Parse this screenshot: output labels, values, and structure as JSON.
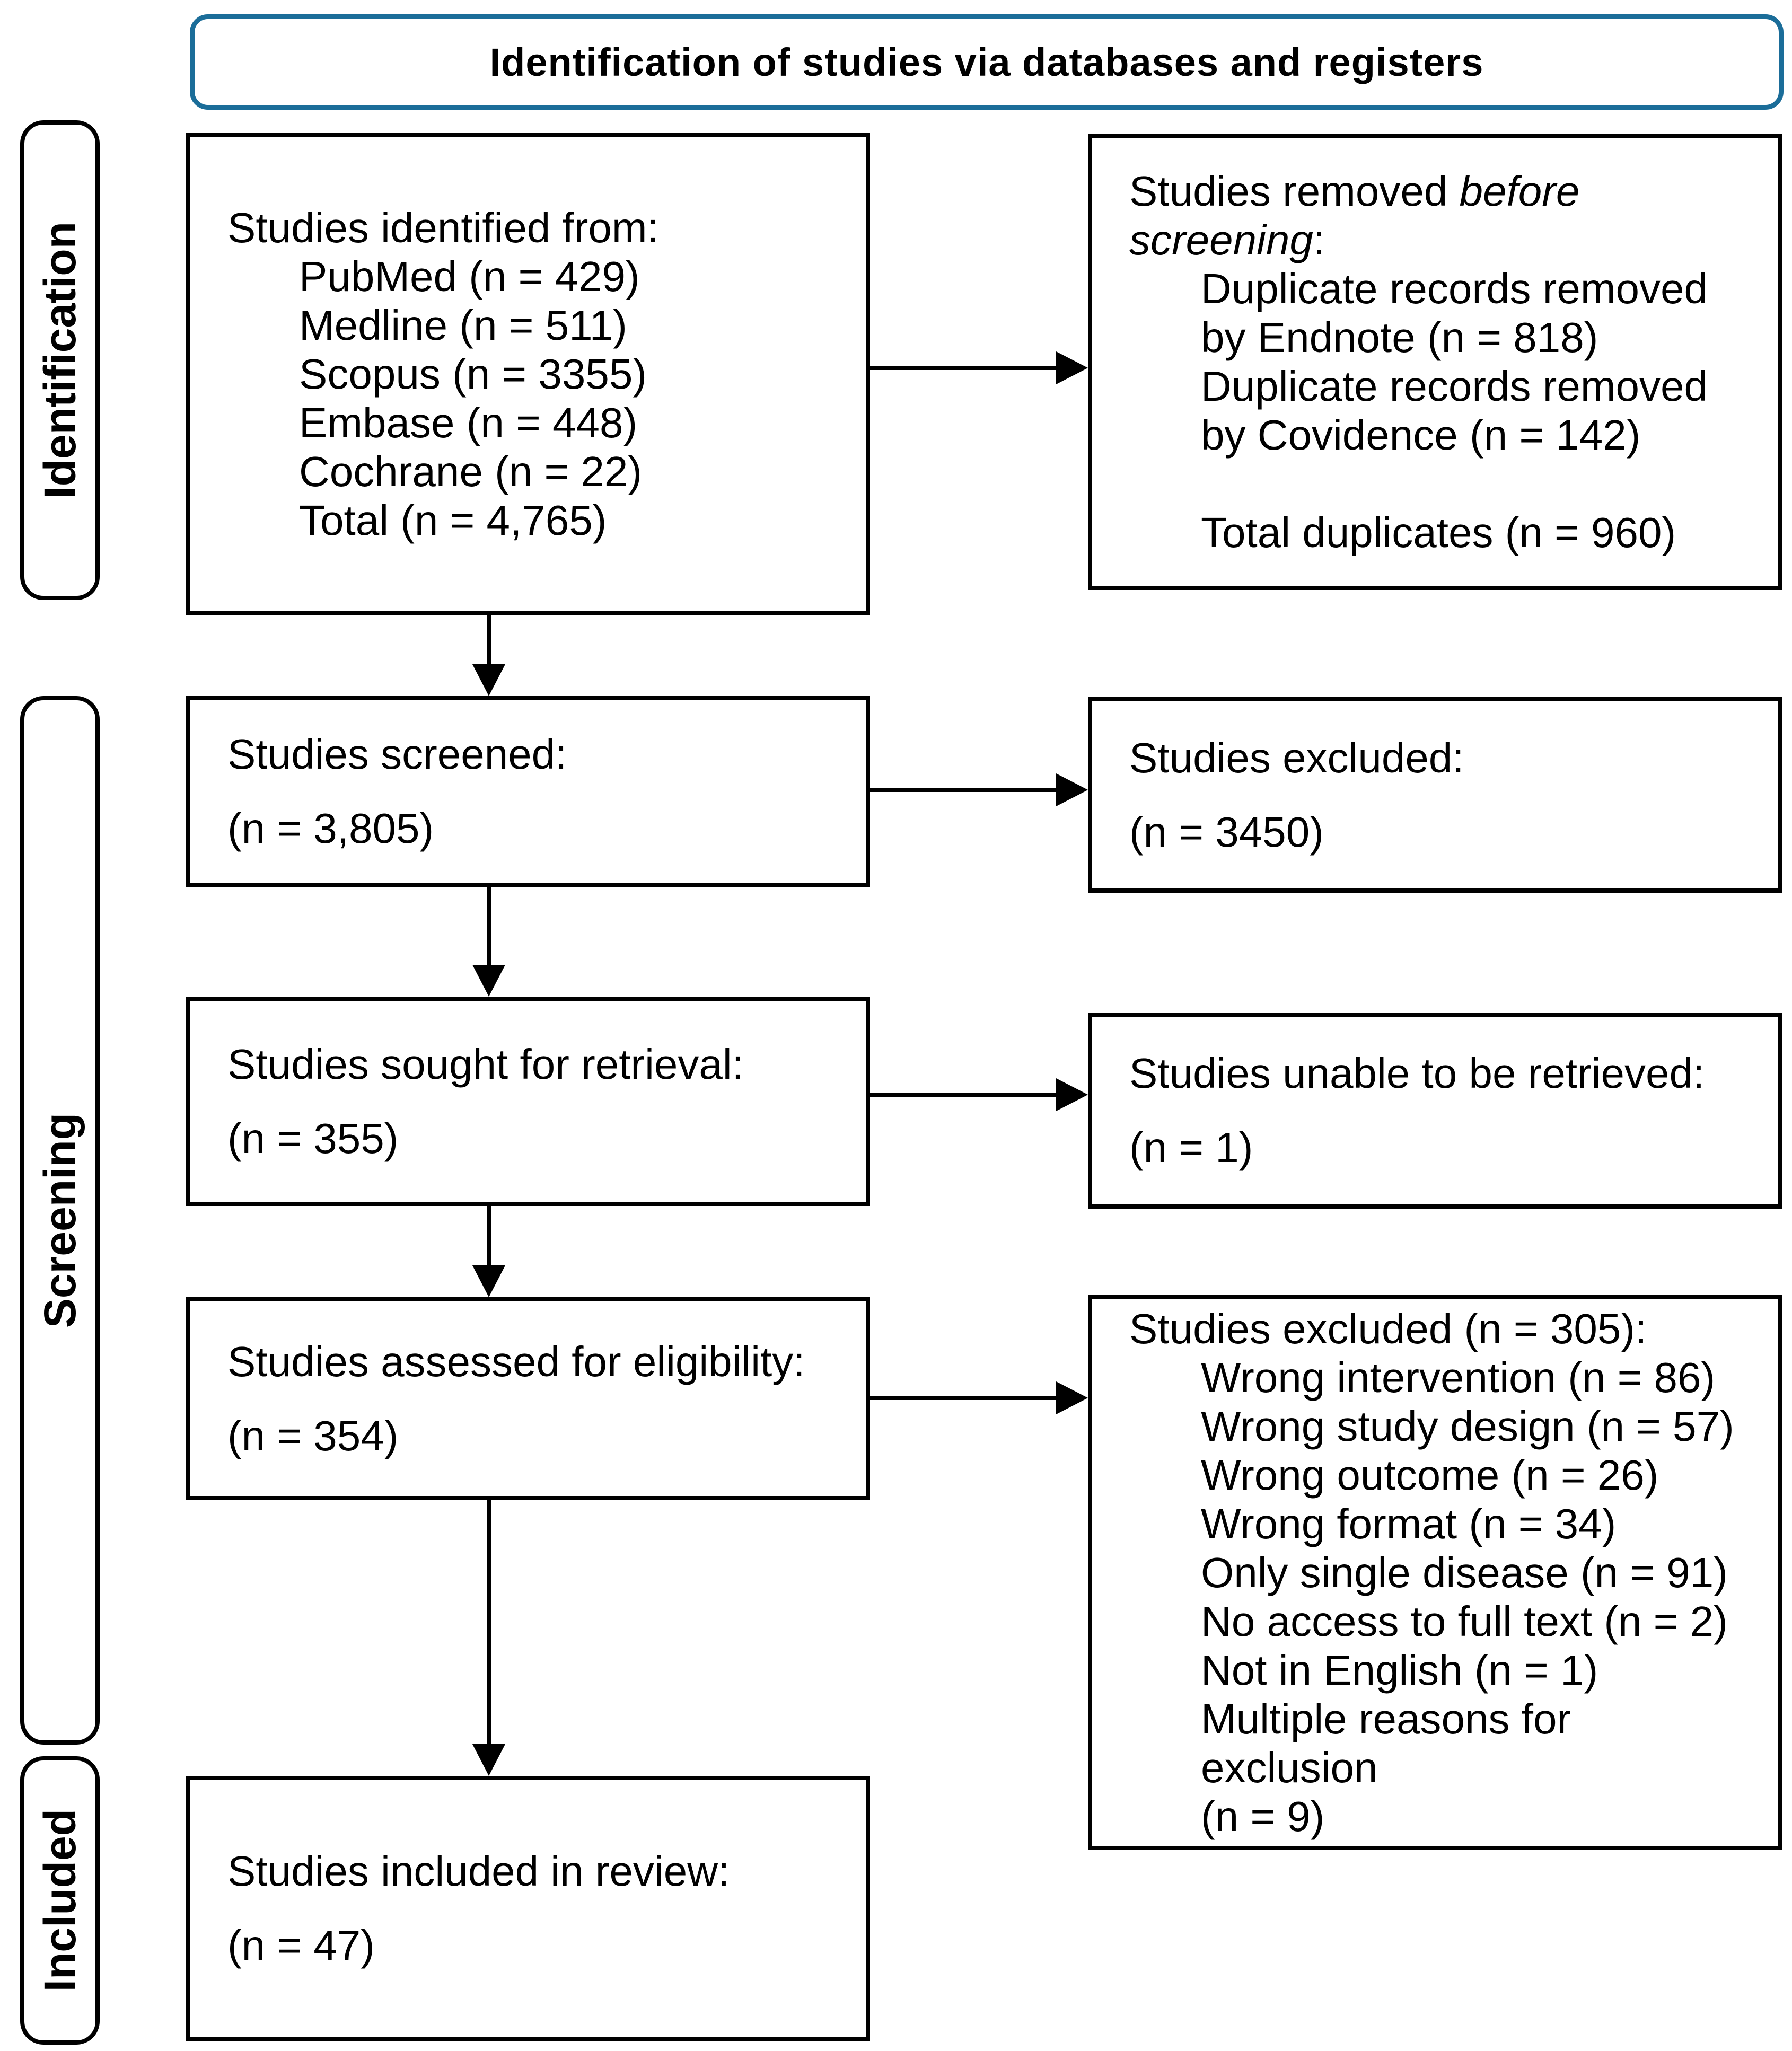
{
  "title": "Identification of studies via databases and registers",
  "stages": [
    "Identification",
    "Screening",
    "Included"
  ],
  "boxes": {
    "identified": {
      "heading": "Studies identified from:",
      "items": [
        "PubMed (n = 429)",
        "Medline (n = 511)",
        "Scopus (n = 3355)",
        "Embase (n = 448)",
        "Cochrane (n = 22)",
        "Total (n = 4,765)"
      ]
    },
    "removed": {
      "heading_prefix": "Studies removed ",
      "heading_italic": "before screening",
      "heading_suffix": ":",
      "items": [
        "Duplicate records removed\nby Endnote (n = 818)",
        "Duplicate records removed\nby Covidence (n = 142)",
        "Total duplicates (n = 960)"
      ]
    },
    "screened": {
      "heading": "Studies screened:",
      "count": "(n = 3,805)"
    },
    "excluded_screening": {
      "heading": "Studies excluded:",
      "count": "(n = 3450)"
    },
    "sought": {
      "heading": "Studies sought for retrieval:",
      "count": "(n = 355)"
    },
    "not_retrieved": {
      "heading": "Studies unable to be retrieved:",
      "count": "(n = 1)"
    },
    "assessed": {
      "heading": "Studies assessed for eligibility:",
      "count": "(n = 354)"
    },
    "excluded_eligibility": {
      "heading": "Studies excluded (n = 305):",
      "items": [
        "Wrong intervention (n = 86)",
        "Wrong study design (n = 57)",
        "Wrong outcome (n = 26)",
        "Wrong format (n = 34)",
        "Only single disease (n = 91)",
        "No access to full text (n = 2)",
        "Not in English (n = 1)",
        "Multiple reasons for exclusion\n(n = 9)"
      ]
    },
    "included": {
      "heading": "Studies included in review:",
      "count": "(n = 47)"
    }
  },
  "colors": {
    "title_border": "#1b6d99",
    "box_border": "#000000",
    "text": "#000000",
    "background": "#ffffff"
  }
}
